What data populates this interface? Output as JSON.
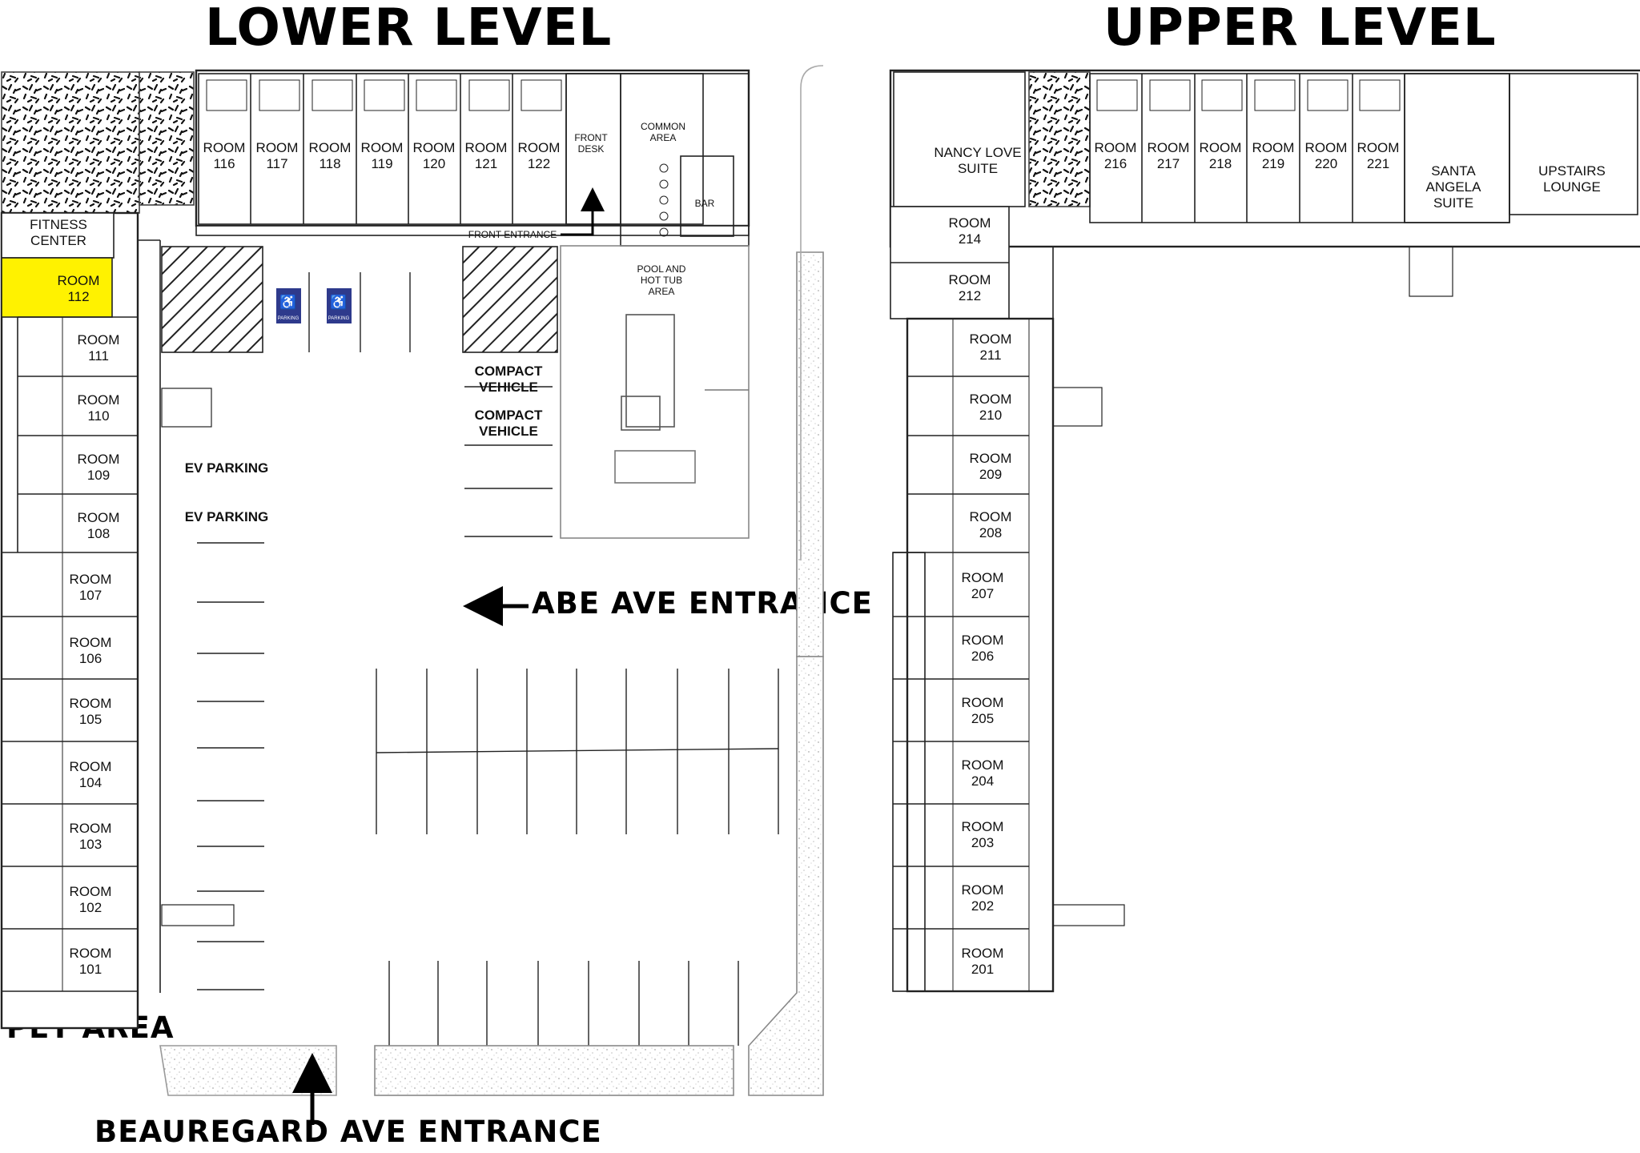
{
  "titles": {
    "lower": "LOWER LEVEL",
    "upper": "UPPER LEVEL"
  },
  "highlight_color": "#FFF200",
  "accessible_color": "#2E3A8C",
  "lower": {
    "north_rooms": [
      {
        "l1": "ROOM",
        "l2": "116"
      },
      {
        "l1": "ROOM",
        "l2": "117"
      },
      {
        "l1": "ROOM",
        "l2": "118"
      },
      {
        "l1": "ROOM",
        "l2": "119"
      },
      {
        "l1": "ROOM",
        "l2": "120"
      },
      {
        "l1": "ROOM",
        "l2": "121"
      },
      {
        "l1": "ROOM",
        "l2": "122"
      }
    ],
    "front_desk": {
      "l1": "FRONT",
      "l2": "DESK"
    },
    "common_area": {
      "l1": "COMMON",
      "l2": "AREA"
    },
    "bar": "BAR",
    "front_entrance": "FRONT ENTRANCE",
    "fitness": {
      "l1": "FITNESS",
      "l2": "CENTER"
    },
    "room_112": {
      "l1": "ROOM",
      "l2": "112"
    },
    "west_rooms": [
      {
        "l1": "ROOM",
        "l2": "111"
      },
      {
        "l1": "ROOM",
        "l2": "110"
      },
      {
        "l1": "ROOM",
        "l2": "109"
      },
      {
        "l1": "ROOM",
        "l2": "108"
      },
      {
        "l1": "ROOM",
        "l2": "107"
      },
      {
        "l1": "ROOM",
        "l2": "106"
      },
      {
        "l1": "ROOM",
        "l2": "105"
      },
      {
        "l1": "ROOM",
        "l2": "104"
      },
      {
        "l1": "ROOM",
        "l2": "103"
      },
      {
        "l1": "ROOM",
        "l2": "102"
      },
      {
        "l1": "ROOM",
        "l2": "101"
      }
    ],
    "pool": {
      "l1": "POOL AND",
      "l2": "HOT TUB",
      "l3": "AREA"
    },
    "parking_sign": "PARKING",
    "compact": [
      {
        "l1": "COMPACT",
        "l2": "VEHICLE"
      },
      {
        "l1": "COMPACT",
        "l2": "VEHICLE"
      }
    ],
    "ev": [
      "EV PARKING",
      "EV PARKING"
    ],
    "abe_entrance": "ABE AVE ENTRANCE",
    "beauregard_entrance": "BEAUREGARD AVE ENTRANCE",
    "pet_area": "PET AREA"
  },
  "upper": {
    "nancy": {
      "l1": "NANCY LOVE",
      "l2": "SUITE"
    },
    "north_rooms": [
      {
        "l1": "ROOM",
        "l2": "216"
      },
      {
        "l1": "ROOM",
        "l2": "217"
      },
      {
        "l1": "ROOM",
        "l2": "218"
      },
      {
        "l1": "ROOM",
        "l2": "219"
      },
      {
        "l1": "ROOM",
        "l2": "220"
      },
      {
        "l1": "ROOM",
        "l2": "221"
      }
    ],
    "santa": {
      "l1": "SANTA",
      "l2": "ANGELA",
      "l3": "SUITE"
    },
    "lounge": {
      "l1": "UPSTAIRS",
      "l2": "LOUNGE"
    },
    "west_rooms": [
      {
        "l1": "ROOM",
        "l2": "214"
      },
      {
        "l1": "ROOM",
        "l2": "212"
      },
      {
        "l1": "ROOM",
        "l2": "211"
      },
      {
        "l1": "ROOM",
        "l2": "210"
      },
      {
        "l1": "ROOM",
        "l2": "209"
      },
      {
        "l1": "ROOM",
        "l2": "208"
      },
      {
        "l1": "ROOM",
        "l2": "207"
      },
      {
        "l1": "ROOM",
        "l2": "206"
      },
      {
        "l1": "ROOM",
        "l2": "205"
      },
      {
        "l1": "ROOM",
        "l2": "204"
      },
      {
        "l1": "ROOM",
        "l2": "203"
      },
      {
        "l1": "ROOM",
        "l2": "202"
      },
      {
        "l1": "ROOM",
        "l2": "201"
      }
    ]
  }
}
